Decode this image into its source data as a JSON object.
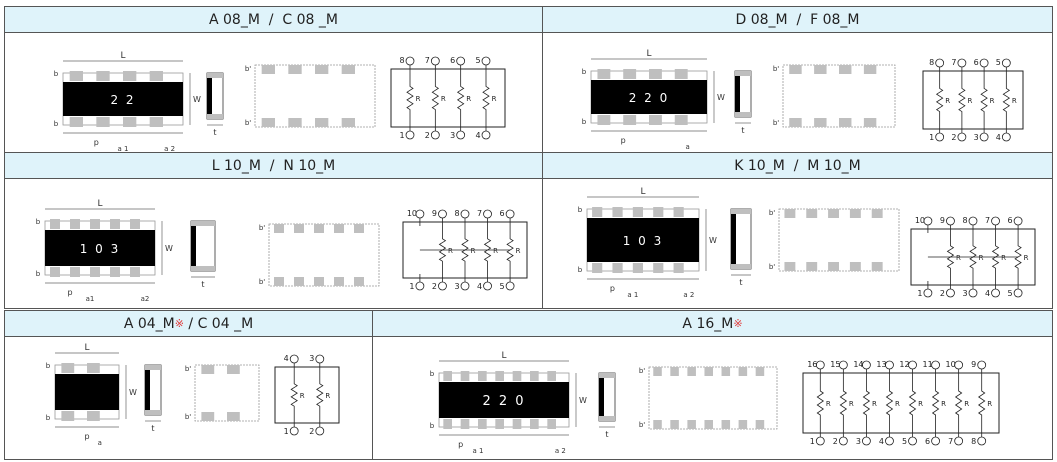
{
  "panels": [
    {
      "id": "a08",
      "title_main": "A 08_M  /  C 08 _M",
      "mark": "",
      "title_tail": "",
      "chip_code": "2 2",
      "dims": {
        "L": "L",
        "W": "W",
        "b": "b",
        "bp": "b'",
        "p": "p",
        "a1": "a 1",
        "a2": "a 2",
        "t": "t",
        "a": ""
      },
      "pins_top": [
        "8",
        "7",
        "6",
        "5"
      ],
      "pins_bottom": [
        "1",
        "2",
        "3",
        "4"
      ],
      "resistor": "R"
    },
    {
      "id": "d08",
      "title_main": "D 08_M  /  F 08_M",
      "mark": "",
      "title_tail": "",
      "chip_code": "2 2 0",
      "dims": {
        "L": "L",
        "W": "W",
        "b": "b",
        "bp": "b'",
        "p": "p",
        "a1": "",
        "a2": "",
        "t": "t",
        "a": "a"
      },
      "pins_top": [
        "8",
        "7",
        "6",
        "5"
      ],
      "pins_bottom": [
        "1",
        "2",
        "3",
        "4"
      ],
      "resistor": "R"
    },
    {
      "id": "l10",
      "title_main": "L 10_M  /  N 10_M",
      "mark": "",
      "title_tail": "",
      "chip_code": "1 0 3",
      "dims": {
        "L": "L",
        "W": "W",
        "b": "b",
        "bp": "b'",
        "p": "p",
        "a1": "a1",
        "a2": "a2",
        "t": "t",
        "a": ""
      },
      "pins_top": [
        "10",
        "9",
        "8",
        "7",
        "6"
      ],
      "pins_bottom": [
        "1",
        "2",
        "3",
        "4",
        "5"
      ],
      "resistor": "R"
    },
    {
      "id": "k10",
      "title_main": "K 10_M  /  M 10_M",
      "mark": "",
      "title_tail": "",
      "chip_code": "1 0 3",
      "dims": {
        "L": "L",
        "W": "W",
        "b": "b",
        "bp": "b'",
        "p": "p",
        "a1": "a 1",
        "a2": "a 2",
        "t": "t",
        "a": ""
      },
      "pins_top": [
        "10",
        "9",
        "8",
        "7",
        "6"
      ],
      "pins_bottom": [
        "1",
        "2",
        "3",
        "4",
        "5"
      ],
      "resistor": "R"
    },
    {
      "id": "a04",
      "title_main": "A 04_M",
      "mark": "※",
      "title_tail": " / C 04 _M",
      "chip_code": "",
      "dims": {
        "L": "L",
        "W": "W",
        "b": "b",
        "bp": "b'",
        "p": "p",
        "a1": "",
        "a2": "",
        "t": "t",
        "a": "a"
      },
      "pins_top": [
        "4",
        "3"
      ],
      "pins_bottom": [
        "1",
        "2"
      ],
      "resistor": "R"
    },
    {
      "id": "a16",
      "title_main": "A 16_M",
      "mark": "※",
      "title_tail": "",
      "chip_code": "2 2 0",
      "dims": {
        "L": "L",
        "W": "W",
        "b": "b",
        "bp": "b'",
        "p": "p",
        "a1": "a 1",
        "a2": "a 2",
        "t": "t",
        "a": ""
      },
      "pins_top": [
        "16",
        "15",
        "14",
        "13",
        "12",
        "11",
        "10",
        "9"
      ],
      "pins_bottom": [
        "1",
        "2",
        "3",
        "4",
        "5",
        "6",
        "7",
        "8"
      ],
      "resistor": "R"
    }
  ],
  "colors": {
    "header_bg": "#dff3fa",
    "pad_gray": "#bfbfbf",
    "chip_black": "#000000",
    "border": "#555555",
    "mark_red": "#e03a3a"
  }
}
